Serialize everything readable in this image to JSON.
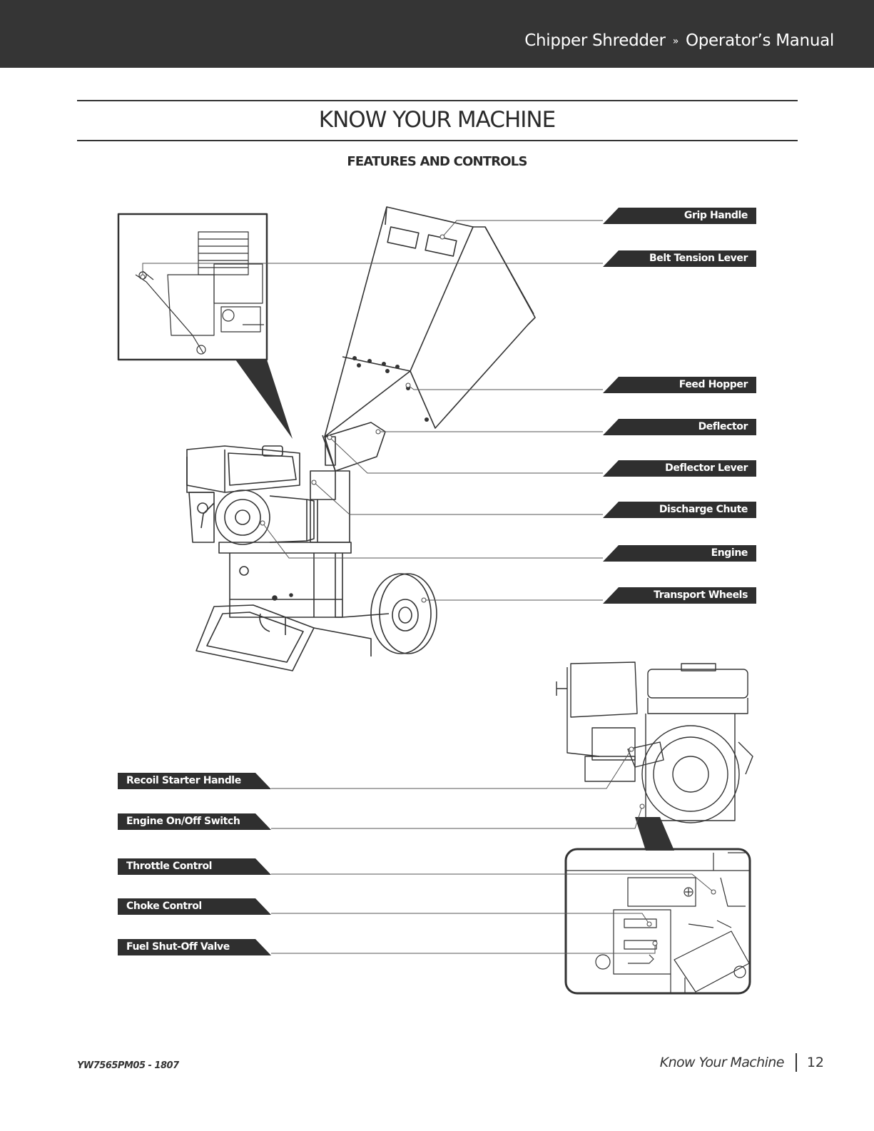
{
  "header": {
    "product": "Chipper Shredder",
    "separator": "»",
    "manual": "Operator’s Manual"
  },
  "page": {
    "title": "KNOW YOUR MACHINE",
    "section": "FEATURES AND CONTROLS"
  },
  "callouts_right": [
    "Grip  Handle",
    "Belt Tension Lever",
    "Feed Hopper",
    "Deflector",
    "Deflector Lever",
    "Discharge Chute",
    "Engine",
    "Transport Wheels"
  ],
  "callouts_left": [
    "Recoil Starter Handle",
    "Engine On/Off Switch",
    "Throttle Control",
    "Choke Control",
    "Fuel Shut-Off Valve"
  ],
  "footer": {
    "doc_code": "YW7565PM05 - 1807",
    "section": "Know Your Machine",
    "page_number": "12"
  },
  "colors": {
    "header_bg": "#353535",
    "label_bg": "#2f2f2f",
    "line_art": "#333333"
  }
}
